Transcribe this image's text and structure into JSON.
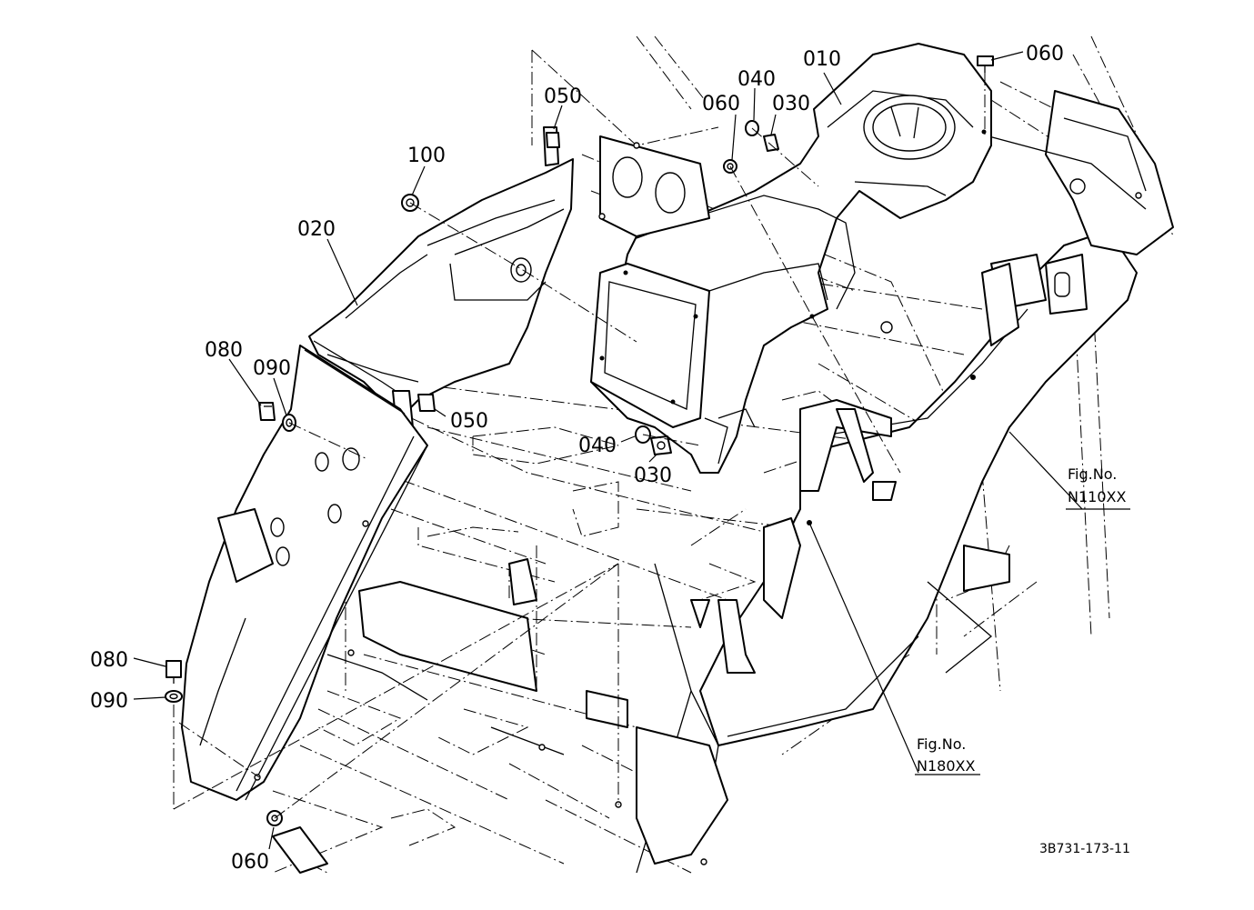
{
  "diagram": {
    "drawing_code": "3B731-173-11",
    "part_labels": {
      "p010": "010",
      "p020": "020",
      "p030_top": "030",
      "p030_bottom": "030",
      "p040_top": "040",
      "p040_bottom": "040",
      "p050_top": "050",
      "p050_bottom": "050",
      "p060_top_left": "060",
      "p060_top_right": "060",
      "p060_bottom": "060",
      "p080_upper": "080",
      "p080_lower": "080",
      "p090_upper": "090",
      "p090_lower": "090",
      "p100": "100"
    },
    "figure_refs": [
      {
        "prefix": "Fig.No.",
        "number": "N110XX"
      },
      {
        "prefix": "Fig.No.",
        "number": "N180XX"
      }
    ]
  }
}
